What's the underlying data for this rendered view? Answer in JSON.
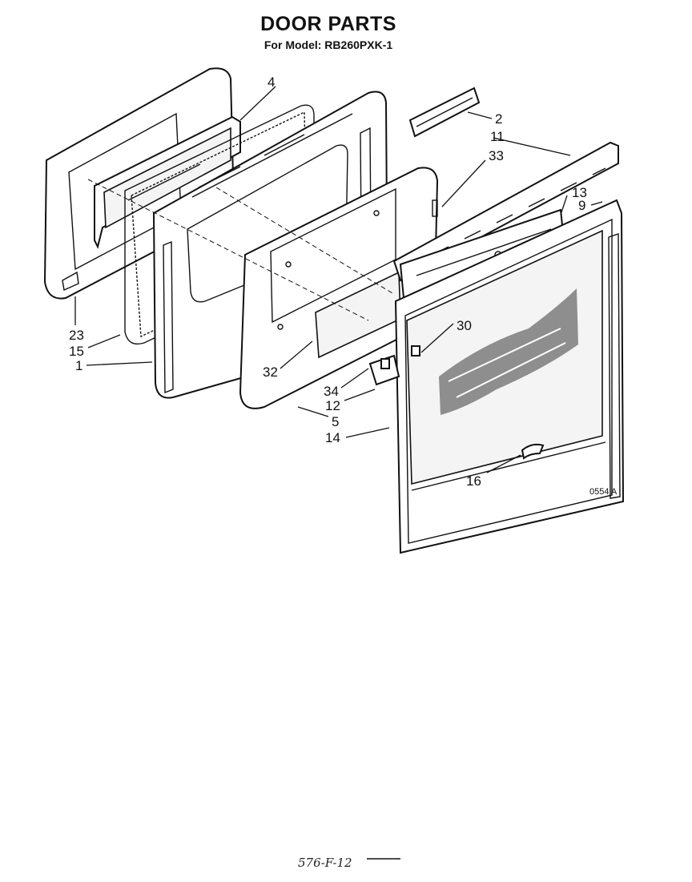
{
  "title": "DOOR PARTS",
  "subtitle": "For Model: RB260PXK-1",
  "callouts": [
    {
      "id": "4",
      "label": "4"
    },
    {
      "id": "2",
      "label": "2"
    },
    {
      "id": "11",
      "label": "11"
    },
    {
      "id": "33",
      "label": "33"
    },
    {
      "id": "13",
      "label": "13"
    },
    {
      "id": "9",
      "label": "9"
    },
    {
      "id": "23",
      "label": "23"
    },
    {
      "id": "15",
      "label": "15"
    },
    {
      "id": "1",
      "label": "1"
    },
    {
      "id": "32",
      "label": "32"
    },
    {
      "id": "30",
      "label": "30"
    },
    {
      "id": "34",
      "label": "34"
    },
    {
      "id": "12",
      "label": "12"
    },
    {
      "id": "5",
      "label": "5"
    },
    {
      "id": "14",
      "label": "14"
    },
    {
      "id": "16",
      "label": "16"
    }
  ],
  "diagram_ref": "0554 A",
  "handwritten_note": "576-F-12"
}
